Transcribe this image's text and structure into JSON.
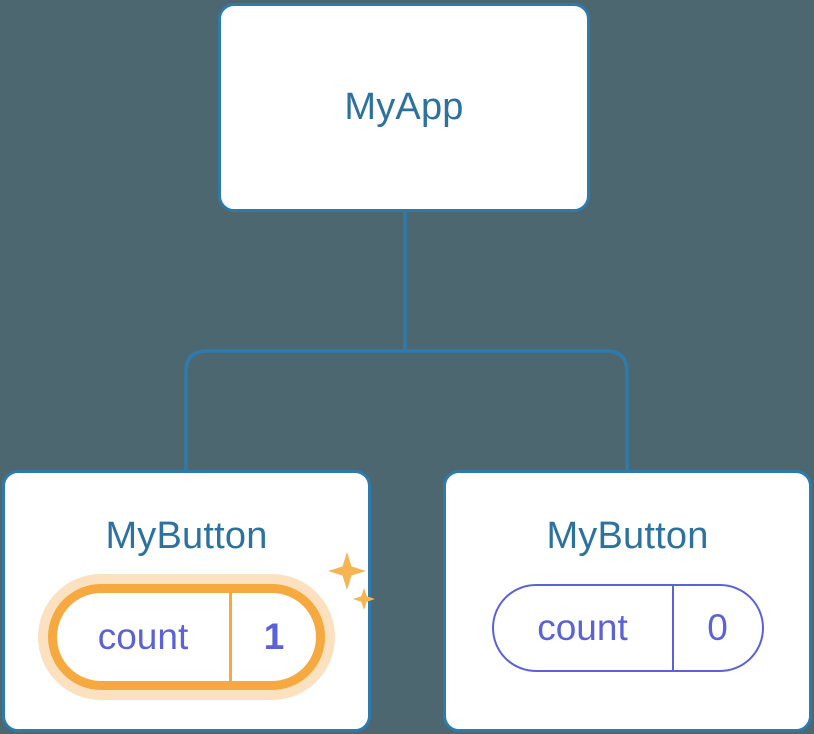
{
  "diagram": {
    "type": "component-tree",
    "background_color": "#4c6770",
    "node_border_color": "#2e7bab",
    "node_title_color": "#2d729e",
    "connector_color": "#2e7bab",
    "state_color": "#5b62d6",
    "highlight_color": "#f5a93f",
    "highlight_glow_color": "#f6b059",
    "root": {
      "title": "MyApp"
    },
    "children": [
      {
        "title": "MyButton",
        "state": {
          "key": "count",
          "value": "1"
        },
        "highlighted": true,
        "sparkles": [
          "sparkle-large-icon",
          "sparkle-small-icon"
        ]
      },
      {
        "title": "MyButton",
        "state": {
          "key": "count",
          "value": "0"
        },
        "highlighted": false,
        "sparkles": []
      }
    ],
    "edges": [
      {
        "from": "MyApp",
        "to": "MyButton (left)"
      },
      {
        "from": "MyApp",
        "to": "MyButton (right)"
      }
    ]
  }
}
